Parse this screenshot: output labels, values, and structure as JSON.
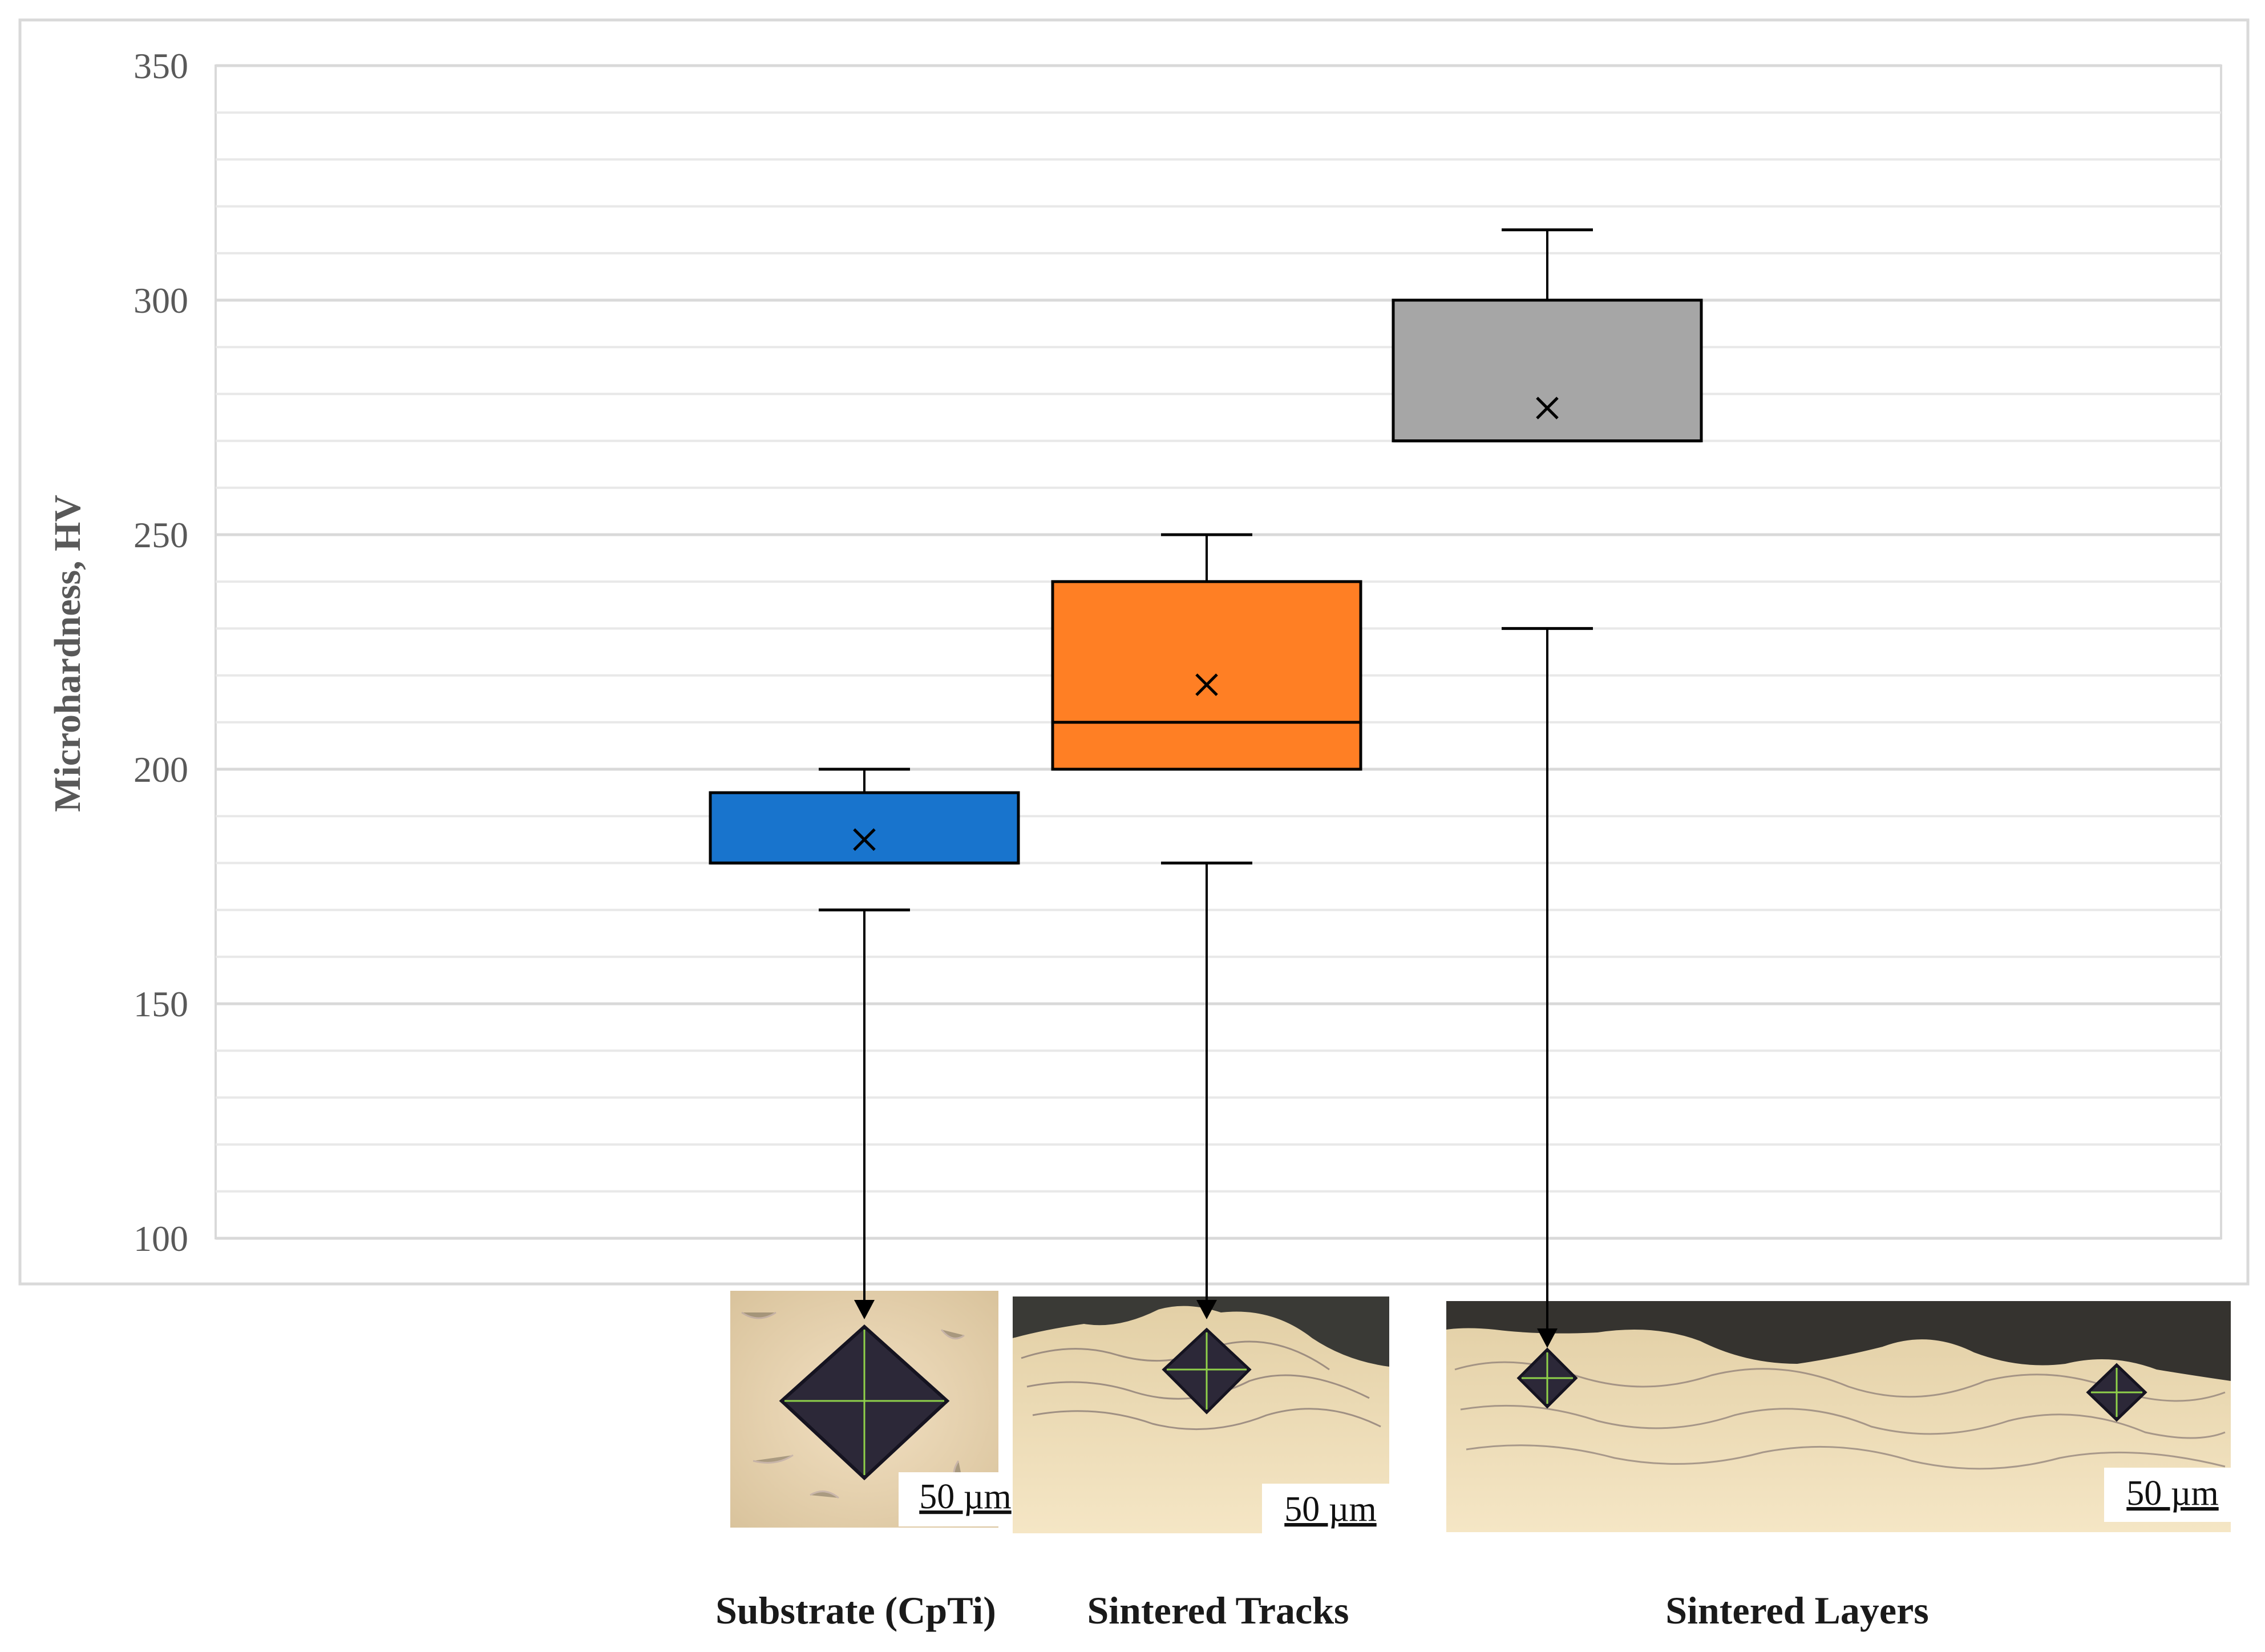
{
  "chart_data": {
    "type": "box",
    "title": "",
    "ylabel": "Microhardness, HV",
    "xlabel": "",
    "ylim": [
      100,
      350
    ],
    "yticks": [
      100,
      150,
      200,
      250,
      300,
      350
    ],
    "minor_gridlines": true,
    "legend": "none",
    "categories": [
      "Substrate (CpTi)",
      "Sintered Tracks",
      "Sintered Layers"
    ],
    "series": [
      {
        "category": "Substrate (CpTi)",
        "color": "#1874cd",
        "min": 170,
        "q1": 180,
        "median": 180,
        "q3": 195,
        "max": 200,
        "mean": 185
      },
      {
        "category": "Sintered Tracks",
        "color": "#ff7f24",
        "min": 180,
        "q1": 200,
        "median": 210,
        "q3": 240,
        "max": 250,
        "mean": 218
      },
      {
        "category": "Sintered Layers",
        "color": "#a6a6a6",
        "min": 230,
        "q1": 270,
        "median": 270,
        "q3": 300,
        "max": 315,
        "mean": 277
      }
    ]
  },
  "micrographs": [
    {
      "name": "substrate",
      "scale_bar": "50 µm"
    },
    {
      "name": "tracks",
      "scale_bar": "50 µm"
    },
    {
      "name": "layers",
      "scale_bar": "50 µm"
    }
  ]
}
